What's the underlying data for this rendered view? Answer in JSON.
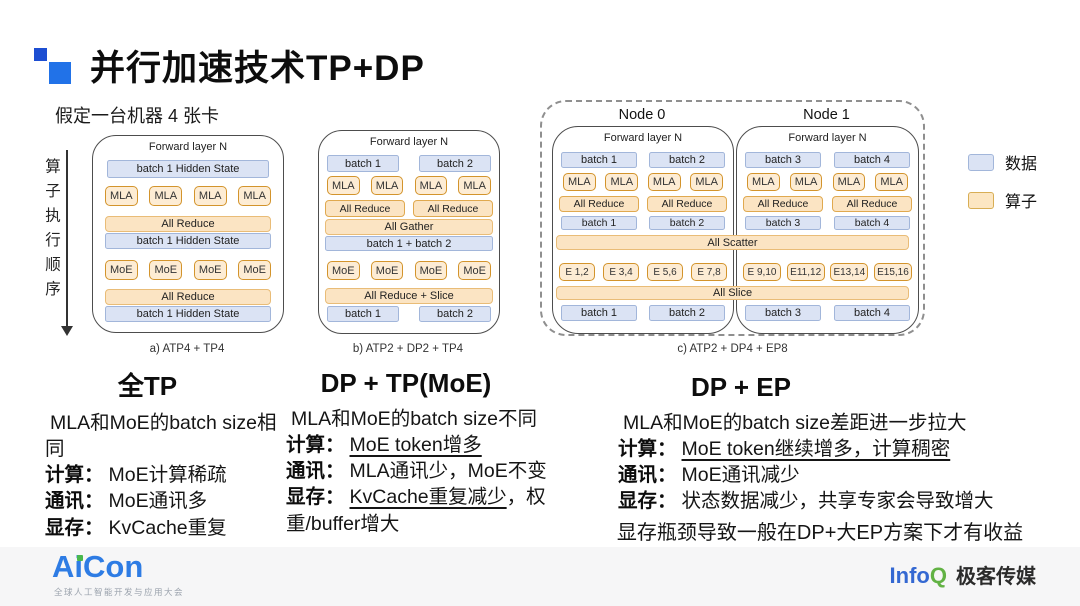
{
  "header": {
    "title": "并行加速技术TP+DP",
    "subtitle": "假定一台机器 4 张卡"
  },
  "axis_label": "算子执行顺序",
  "legend": {
    "data_label": "数据",
    "op_label": "算子",
    "data_color": "#dbe3f4",
    "op_color": "#fce6c2"
  },
  "diagrams": {
    "a": {
      "title": "Forward layer N",
      "caption": "a) ATP4 + TP4",
      "bar1": "batch 1 Hidden State",
      "mla": [
        "MLA",
        "MLA",
        "MLA",
        "MLA"
      ],
      "reduce1": "All Reduce",
      "bar2": "batch 1 Hidden State",
      "moe": [
        "MoE",
        "MoE",
        "MoE",
        "MoE"
      ],
      "reduce2": "All Reduce",
      "bar3": "batch 1 Hidden State"
    },
    "b": {
      "title": "Forward layer N",
      "caption": "b) ATP2 + DP2 + TP4",
      "batches_top": [
        "batch 1",
        "batch 2"
      ],
      "mla": [
        "MLA",
        "MLA",
        "MLA",
        "MLA"
      ],
      "reduces": [
        "All Reduce",
        "All Reduce"
      ],
      "gather": "All Gather",
      "combined": "batch 1 + batch 2",
      "moe": [
        "MoE",
        "MoE",
        "MoE",
        "MoE"
      ],
      "reduce_slice": "All Reduce + Slice",
      "batches_bottom": [
        "batch 1",
        "batch 2"
      ]
    },
    "c": {
      "caption": "c) ATP2 + DP4 + EP8",
      "scatter": "All Scatter",
      "slice": "All Slice",
      "nodes": [
        {
          "name": "Node 0",
          "title": "Forward layer N",
          "batches_top": [
            "batch 1",
            "batch 2"
          ],
          "mla": [
            "MLA",
            "MLA",
            "MLA",
            "MLA"
          ],
          "reduces": [
            "All Reduce",
            "All Reduce"
          ],
          "batches_mid": [
            "batch 1",
            "batch 2"
          ],
          "experts": [
            "E 1,2",
            "E 3,4",
            "E 5,6",
            "E 7,8"
          ],
          "batches_bottom": [
            "batch 1",
            "batch 2"
          ]
        },
        {
          "name": "Node 1",
          "title": "Forward layer N",
          "batches_top": [
            "batch 3",
            "batch 4"
          ],
          "mla": [
            "MLA",
            "MLA",
            "MLA",
            "MLA"
          ],
          "reduces": [
            "All Reduce",
            "All Reduce"
          ],
          "batches_mid": [
            "batch 3",
            "batch 4"
          ],
          "experts": [
            "E 9,10",
            "E11,12",
            "E13,14",
            "E15,16"
          ],
          "batches_bottom": [
            "batch 3",
            "batch 4"
          ]
        }
      ]
    }
  },
  "sections": [
    {
      "heading": "全TP",
      "lines": [
        {
          "label": "",
          "underline": "",
          "text": "MLA和MoE的batch size相同"
        },
        {
          "label": "计算：",
          "underline": "",
          "text": "MoE计算稀疏"
        },
        {
          "label": "通讯：",
          "underline": "",
          "text": "MoE通讯多"
        },
        {
          "label": "显存：",
          "underline": "",
          "text": "KvCache重复"
        }
      ]
    },
    {
      "heading": "DP + TP(MoE)",
      "lines": [
        {
          "label": "",
          "underline": "",
          "text": "MLA和MoE的batch size不同"
        },
        {
          "label": "计算：",
          "underline": "MoE token增多",
          "text": ""
        },
        {
          "label": "通讯：",
          "underline": "",
          "text": "MLA通讯少，MoE不变"
        },
        {
          "label": "显存：",
          "underline": "KvCache重复减少",
          "text": "，权重/buffer增大"
        }
      ]
    },
    {
      "heading": "DP + EP",
      "lines": [
        {
          "label": "",
          "underline": "",
          "text": "MLA和MoE的batch size差距进一步拉大"
        },
        {
          "label": "计算：",
          "underline": "MoE token继续增多，计算稠密",
          "text": ""
        },
        {
          "label": "通讯：",
          "underline": "",
          "text": "MoE通讯减少"
        },
        {
          "label": "显存：",
          "underline": "",
          "text": "状态数据减少，共享专家会导致增大"
        }
      ]
    }
  ],
  "footnote": "显存瓶颈导致一般在DP+大EP方案下才有收益",
  "footer": {
    "aicon": "AiCon",
    "aicon_tagline": "全球人工智能开发与应用大会",
    "infoq_info": "Info",
    "infoq_q": "Q",
    "infoq_media": "极客传媒"
  }
}
